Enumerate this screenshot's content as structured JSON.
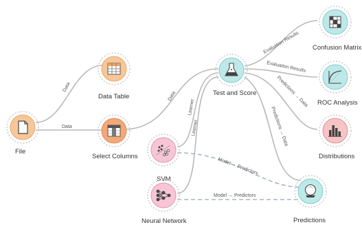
{
  "colors": {
    "data_node": "#f7c79a",
    "data_node_stroke": "#e8a866",
    "eval_node": "#bfe8e8",
    "eval_node_stroke": "#7ccfcf",
    "model_node": "#f6c6d6",
    "model_node_stroke": "#e592ad",
    "viz_node": "#f6c4c4",
    "viz_node_stroke": "#e48f8f",
    "edge": "#b9b9b9",
    "edge_dashed": "#a9b4c6"
  },
  "nodes": {
    "file": {
      "label": "File",
      "icon": "file-icon"
    },
    "data_table": {
      "label": "Data Table",
      "icon": "table-icon"
    },
    "select_columns": {
      "label": "Select Columns",
      "icon": "select-columns-icon"
    },
    "svm": {
      "label": "SVM",
      "icon": "svm-scatter-icon"
    },
    "neural_network": {
      "label": "Neural Network",
      "icon": "neural-network-icon"
    },
    "test_and_score": {
      "label": "Test and Score",
      "icon": "flask-icon"
    },
    "confusion_matrix": {
      "label": "Confusion Matrix",
      "icon": "confusion-matrix-icon"
    },
    "roc_analysis": {
      "label": "ROC Analysis",
      "icon": "roc-curve-icon"
    },
    "distributions": {
      "label": "Distributions",
      "icon": "bar-chart-icon"
    },
    "predictions": {
      "label": "Predictions",
      "icon": "crystal-ball-icon"
    }
  },
  "edges": {
    "file_to_data_table": "Data",
    "file_to_select_columns": "Data",
    "select_columns_to_test_and_score": "Data",
    "svm_to_test_and_score": "Learner",
    "neural_network_to_test_and_score": "Learner",
    "test_to_confusion_matrix": "Evaluation Results",
    "test_to_roc_analysis": "Evaluation Results",
    "test_to_distributions": "Predictions → Data",
    "test_to_predictions": "Predictions → Data",
    "svm_to_predictions": "Model → Predictors",
    "neural_network_to_predictions": "Model → Predictors"
  }
}
